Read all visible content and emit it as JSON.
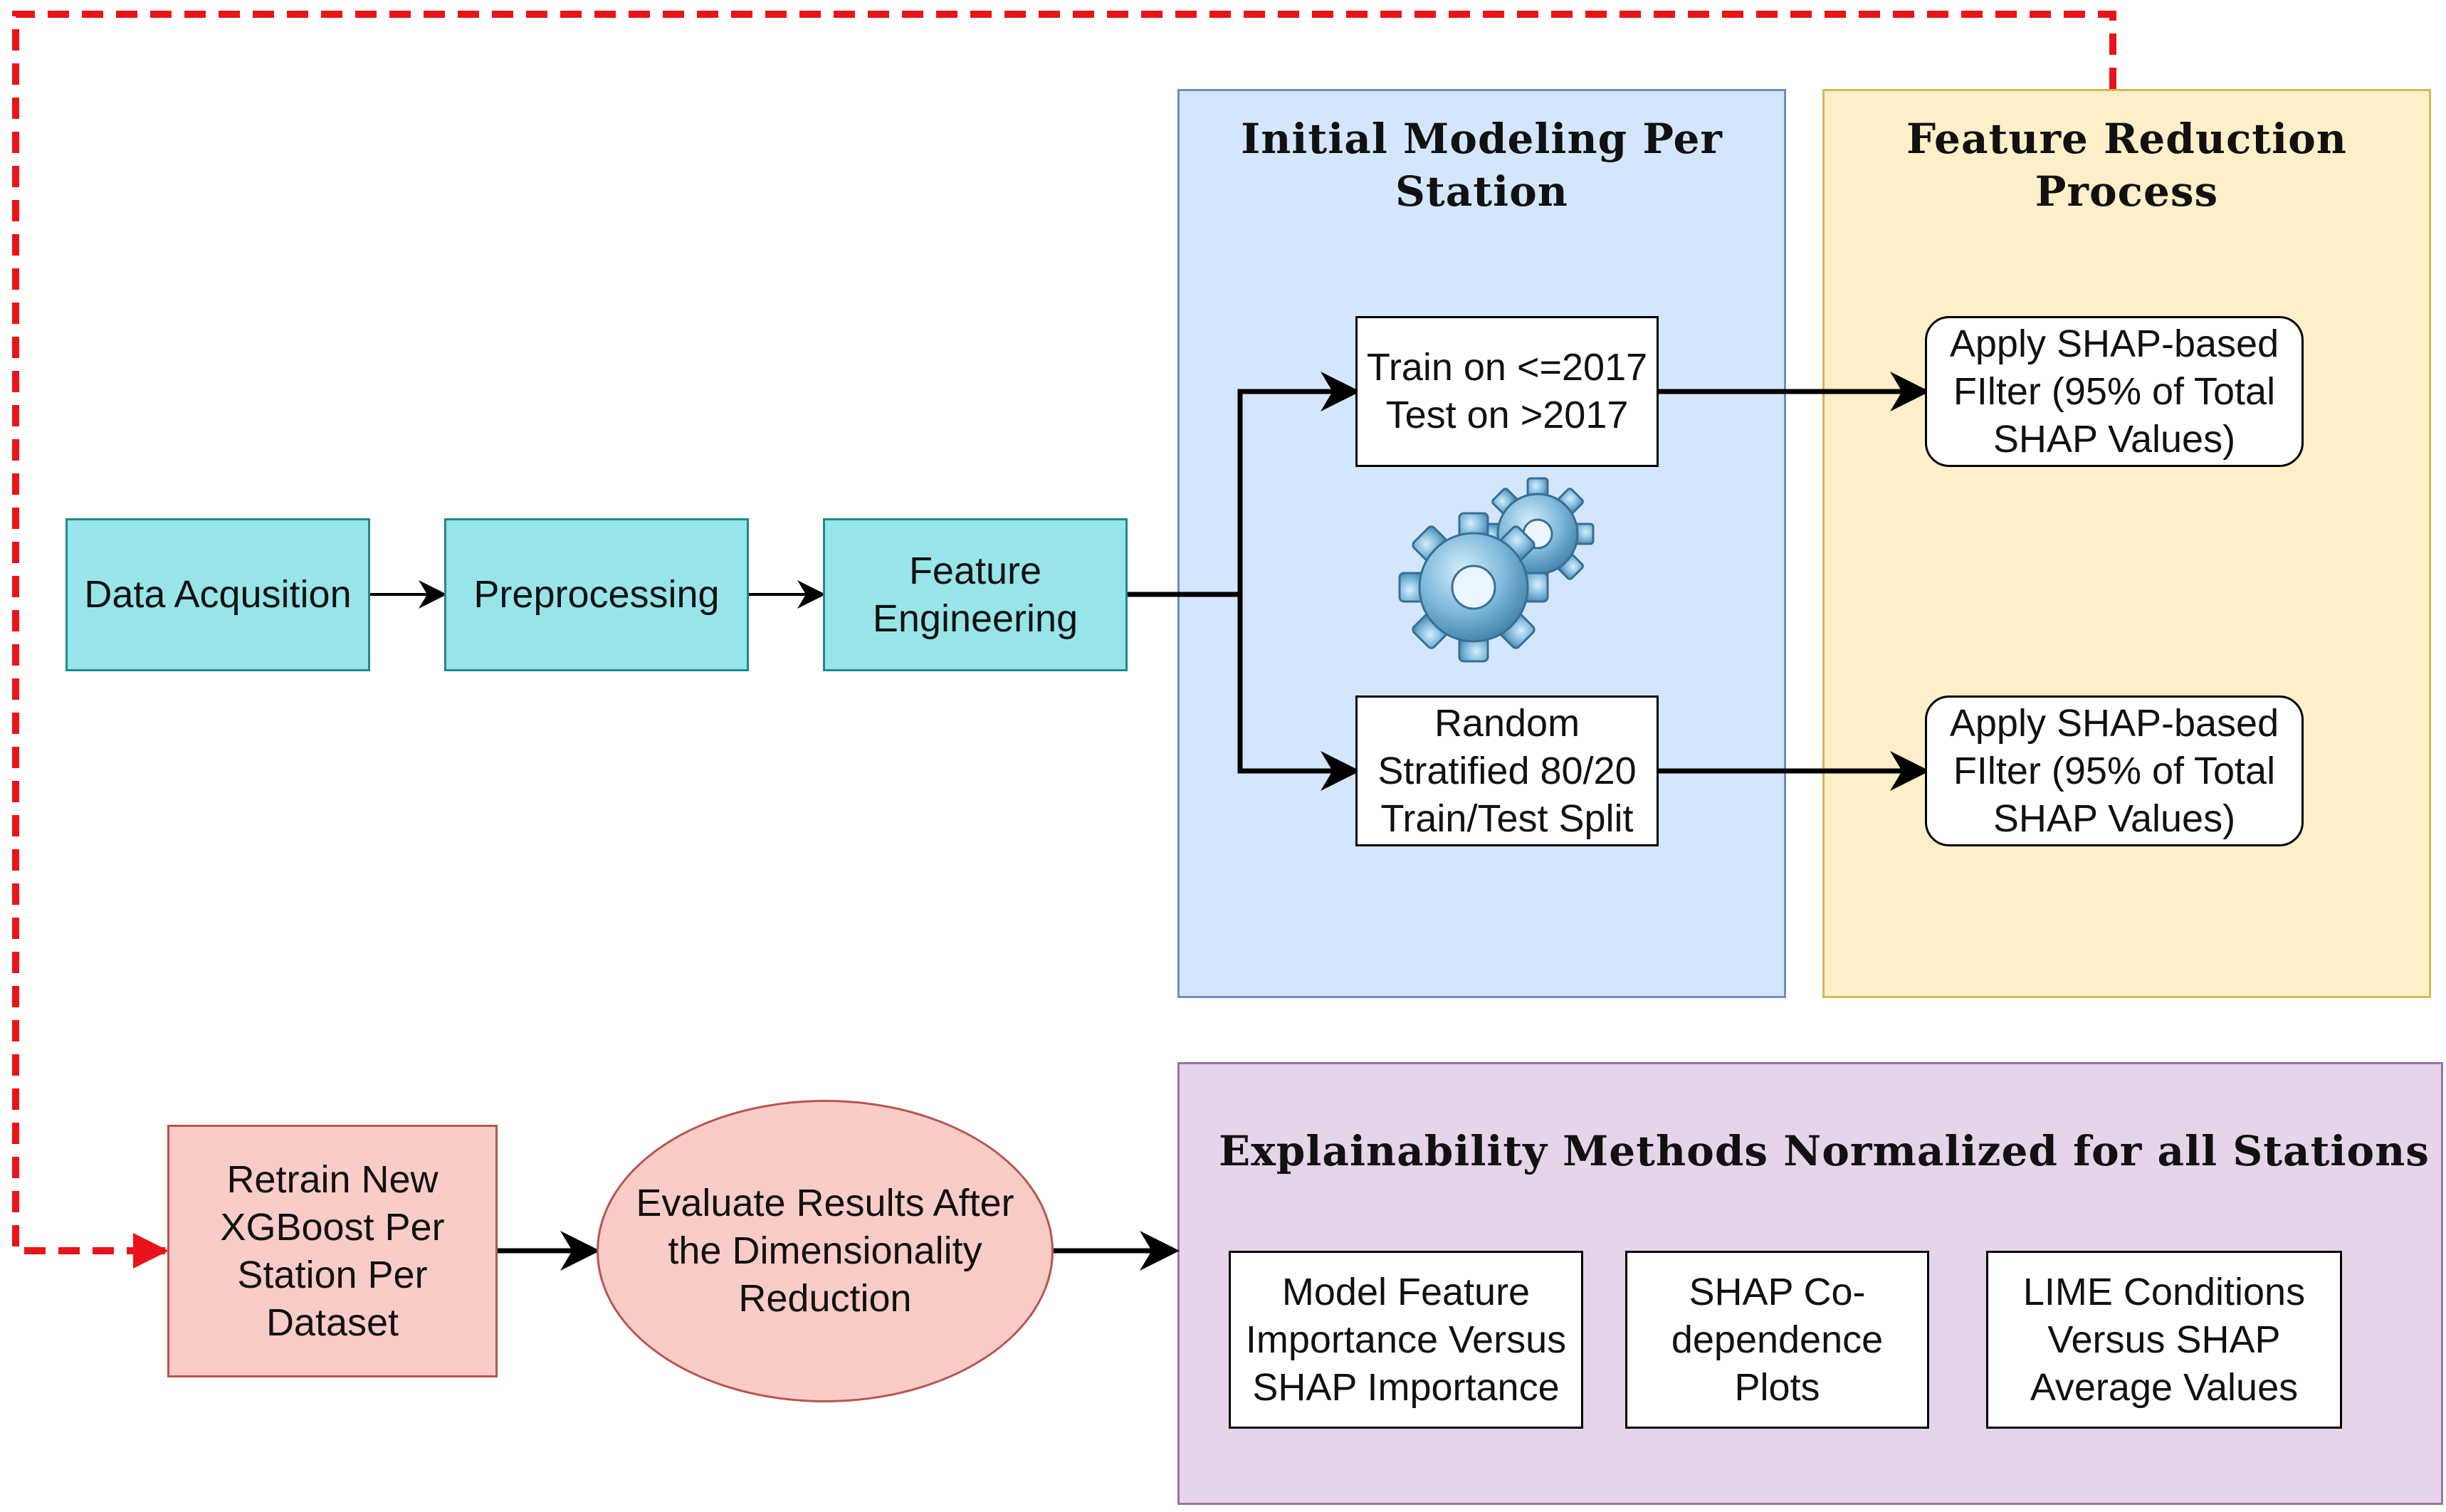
{
  "nodes": {
    "data_acquisition": "Data Acqusition",
    "preprocessing": "Preprocessing",
    "feature_engineering": [
      "Feature",
      "Engineering"
    ],
    "train_test_time": [
      "Train on <=2017",
      "Test on >2017"
    ],
    "random_split": [
      "Random",
      "Stratified 80/20",
      "Train/Test Split"
    ],
    "shap_filter_1": [
      "Apply SHAP-based",
      "FIlter (95% of Total",
      "SHAP Values)"
    ],
    "shap_filter_2": [
      "Apply SHAP-based",
      "FIlter (95% of Total",
      "SHAP Values)"
    ],
    "retrain": [
      "Retrain New",
      "XGBoost Per",
      "Station Per",
      "Dataset"
    ],
    "evaluate": [
      "Evaluate Results After",
      "the Dimensionality",
      "Reduction"
    ],
    "feature_importance": [
      "Model Feature",
      "Importance Versus",
      "SHAP Importance"
    ],
    "shap_codependence": [
      "SHAP Co-",
      "dependence",
      "Plots"
    ],
    "lime_vs_shap": [
      "LIME Conditions",
      "Versus SHAP",
      "Average Values"
    ]
  },
  "panels": {
    "initial_modeling": {
      "title": [
        "Initial Modeling Per",
        "Station"
      ]
    },
    "feature_reduction": {
      "title": [
        "Feature Reduction",
        "Process"
      ]
    },
    "explainability": {
      "title": "Explainability Methods Normalized for all Stations"
    }
  },
  "icons": {
    "gears": "gears-icon"
  },
  "colors": {
    "teal_fill": "#97e5e9",
    "blue_panel": "#d4e6fb",
    "yellow_panel": "#fdefc8",
    "purple_panel": "#e6d4ea",
    "pink_fill": "#f9ccc8",
    "feedback_arrow": "#e8141a"
  }
}
